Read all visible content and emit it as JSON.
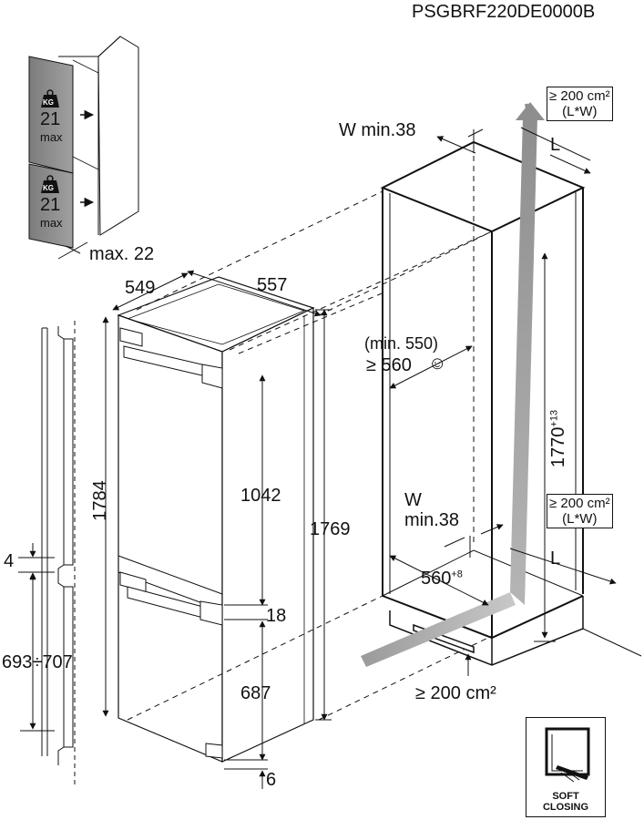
{
  "header": {
    "model_code": "PSGBRF220DE0000B"
  },
  "door_weight": {
    "icon_text": "KG",
    "upper": {
      "value": "21",
      "unit": "max"
    },
    "lower": {
      "value": "21",
      "unit": "max"
    },
    "max_offset": "max. 22"
  },
  "dimensions": {
    "width_549": "549",
    "depth_557": "557",
    "height_1784": "1784",
    "height_1769": "1769",
    "h_1042": "1042",
    "gap_18": "18",
    "h_687": "687",
    "gap_6": "6",
    "gap_4": "4",
    "range_693_707": "693÷707"
  },
  "niche": {
    "w_min_top": "W min.38",
    "vent_top_1": "≥ 200 cm²",
    "vent_top_2": "(L*W)",
    "L_top": "L",
    "min_550": "(min. 550)",
    "ge_560": "≥ 560",
    "height_1770": "1770",
    "height_1770_tol": "+13",
    "w_bottom_1": "W",
    "w_bottom_2": "min.38",
    "vent_mid_1": "≥ 200 cm²",
    "vent_mid_2": "(L*W)",
    "L_bottom": "L",
    "width_560": "560",
    "width_560_tol": "+8",
    "vent_floor": "≥ 200 cm²"
  },
  "badge": {
    "line1": "SOFT",
    "line2": "CLOSING"
  }
}
